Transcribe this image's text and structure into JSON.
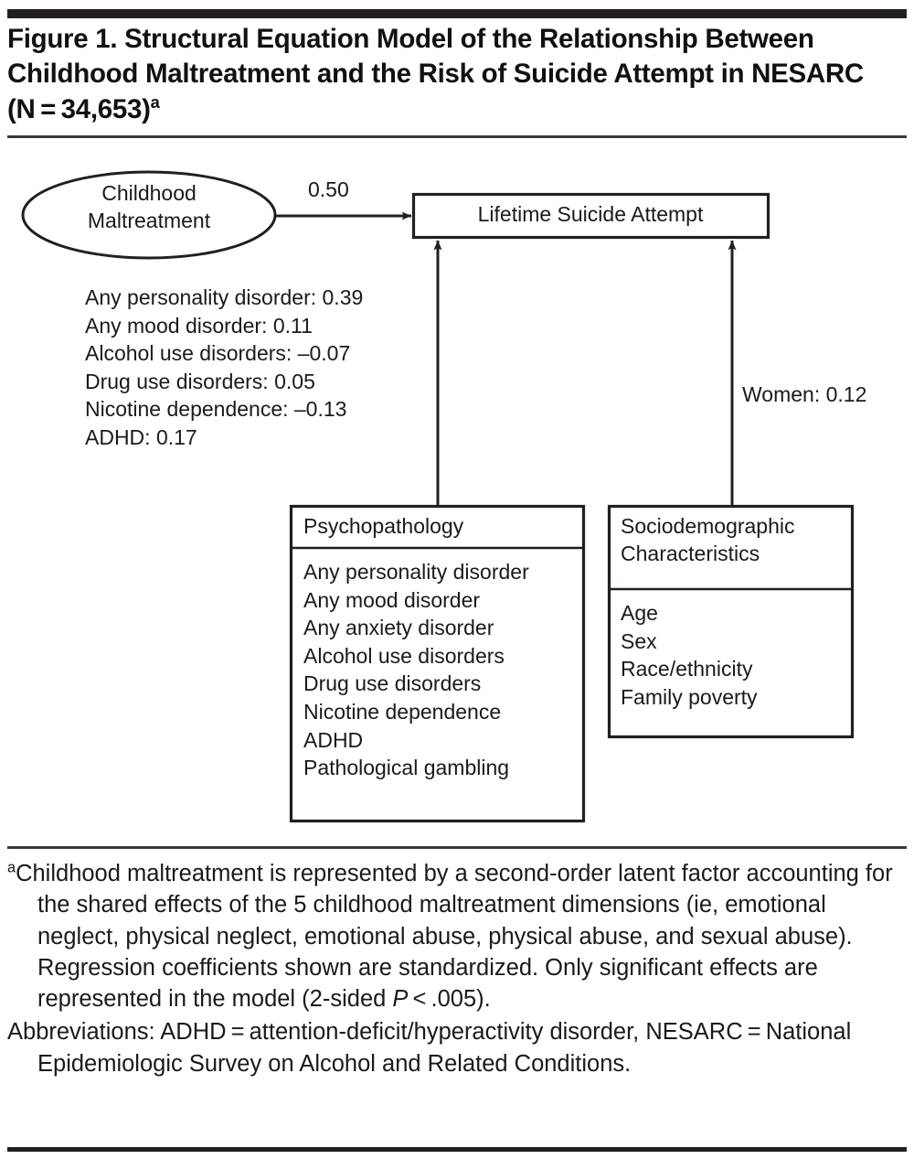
{
  "figure": {
    "title_main": "Figure 1. Structural Equation Model of the Relationship Between Childhood Maltreatment and the Risk of Suicide Attempt in NESARC (N = 34,653)",
    "title_footnote_marker": "a"
  },
  "diagram": {
    "latent": {
      "shape": "ellipse",
      "line1": "Childhood",
      "line2": "Maltreatment"
    },
    "outcome": {
      "shape": "rectangle",
      "label": "Lifetime Suicide Attempt"
    },
    "paths": [
      {
        "id": "maltreatment-to-outcome",
        "label": "0.50"
      },
      {
        "id": "sociodemographic-to-outcome",
        "label": "Women: 0.12"
      }
    ],
    "coefficients": {
      "lines": [
        "Any personality disorder: 0.39",
        "Any mood disorder: 0.11",
        "Alcohol use disorders: –0.07",
        "Drug use disorders: 0.05",
        "Nicotine dependence: –0.13",
        "ADHD: 0.17"
      ]
    },
    "psychopathology_box": {
      "header": "Psychopathology",
      "items": [
        "Any personality disorder",
        "Any mood disorder",
        "Any anxiety disorder",
        "Alcohol use disorders",
        "Drug use disorders",
        "Nicotine dependence",
        "ADHD",
        "Pathological gambling"
      ]
    },
    "sociodemographic_box": {
      "header_line1": "Sociodemographic",
      "header_line2": "Characteristics",
      "items": [
        "Age",
        "Sex",
        "Race/ethnicity",
        "Family poverty"
      ]
    }
  },
  "footnotes": {
    "note_a_marker": "a",
    "note_a_part1": "Childhood maltreatment is represented by a second-order latent factor accounting for the shared effects of the 5 childhood maltreatment dimensions (ie, emotional neglect, physical neglect, emotional abuse, physical abuse, and sexual abuse). Regression coefficients shown are standardized. Only significant effects are represented in the model (2-sided ",
    "note_a_italic": "P",
    "note_a_part2": " < .005).",
    "abbreviations": "Abbreviations: ADHD = attention-deficit/hyperactivity disorder, NESARC = National Epidemiologic Survey on Alcohol and Related Conditions."
  },
  "colors": {
    "ink": "#1a1a1a",
    "rule": "#231f20",
    "background": "#ffffff"
  }
}
